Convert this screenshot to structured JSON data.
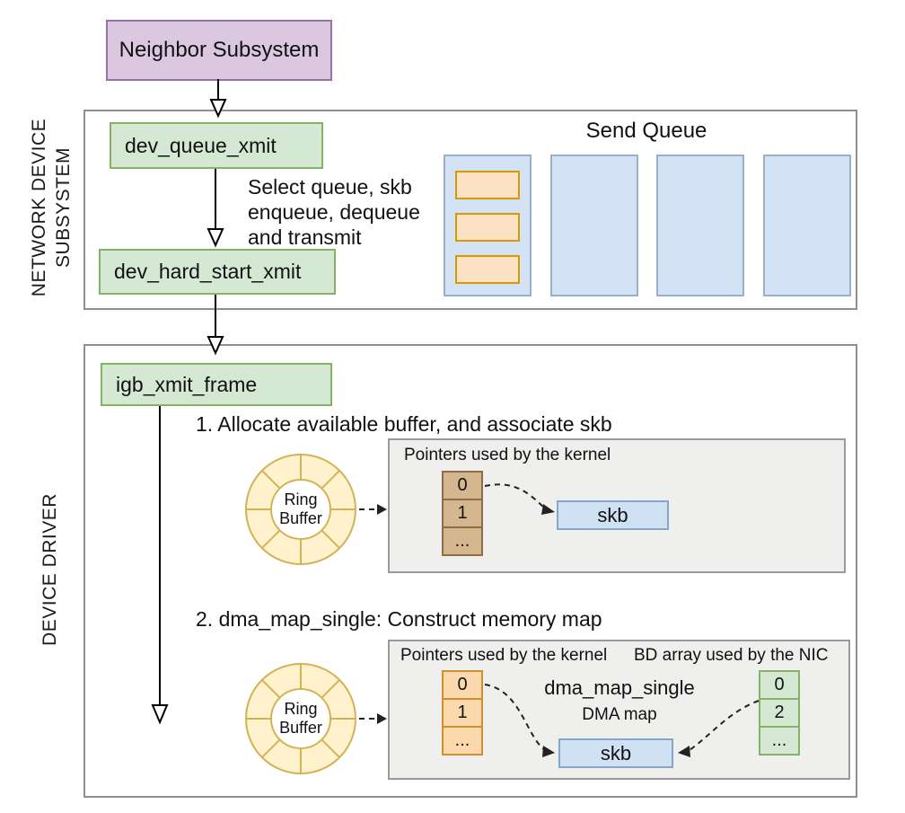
{
  "neighbor": {
    "label": "Neighbor Subsystem"
  },
  "network": {
    "section_label_line1": "NETWORK DEVICE",
    "section_label_line2": "SUBSYSTEM",
    "dev_queue_xmit": "dev_queue_xmit",
    "transmit_note": "Select queue, skb enqueue, dequeue and transmit",
    "dev_hard_start_xmit": "dev_hard_start_xmit",
    "send_queue_title": "Send Queue"
  },
  "driver": {
    "section_label": "DEVICE DRIVER",
    "igb_xmit_frame": "igb_xmit_frame",
    "step1": {
      "title": "1. Allocate available buffer, and associate skb",
      "ring_line1": "Ring",
      "ring_line2": "Buffer",
      "panel_title": "Pointers used by the kernel",
      "pointer_cells": [
        "0",
        "1",
        "..."
      ],
      "skb_label": "skb"
    },
    "step2": {
      "title": "2. dma_map_single: Construct memory map",
      "ring_line1": "Ring",
      "ring_line2": "Buffer",
      "panel_title_left": "Pointers used by the kernel",
      "panel_title_right": "BD array used by the NIC",
      "pointer_cells": [
        "0",
        "1",
        "..."
      ],
      "bd_cells": [
        "0",
        "2",
        "..."
      ],
      "dma_call_label": "dma_map_single",
      "dma_map_label": "DMA map",
      "skb_label": "skb"
    }
  },
  "colors": {
    "purple_fill": "#dcc7e1",
    "purple_border": "#9673a6",
    "green_fill": "#d5e8d4",
    "green_border": "#82b366",
    "blue_fill": "#cfe2f3",
    "blue_border": "#84a7c7",
    "orange_fill": "#fcd9ad",
    "orange_border": "#cf8f2e",
    "tan_fill": "#d4b78f",
    "tan_border": "#8d6e44",
    "ring_fill": "#fff2cc",
    "ring_border": "#d2b356",
    "panel_fill": "#efefed",
    "panel_border": "#9a9a9a",
    "section_border": "#8f8f8f"
  }
}
